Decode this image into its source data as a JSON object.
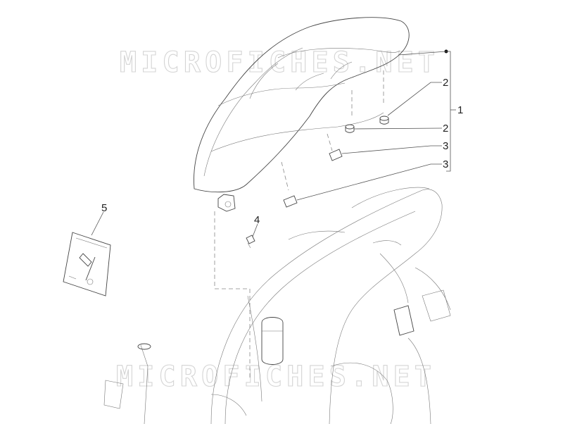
{
  "watermark": "MICROFICHES.NET",
  "callouts": [
    {
      "label": "1"
    },
    {
      "label": "2"
    },
    {
      "label": "2"
    },
    {
      "label": "3"
    },
    {
      "label": "3"
    },
    {
      "label": "4"
    },
    {
      "label": "5"
    }
  ]
}
